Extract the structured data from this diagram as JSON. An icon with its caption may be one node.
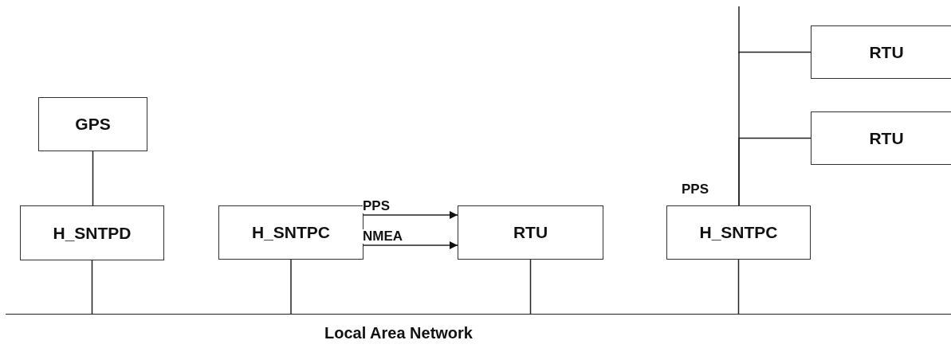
{
  "diagram": {
    "nodes": [
      {
        "text": [
          "GPS"
        ]
      },
      {
        "text": [
          "H_SNTPD"
        ]
      },
      {
        "text": [
          "H_SNTPC"
        ]
      },
      {
        "text": [
          "RTU"
        ]
      },
      {
        "text": [
          "H_SNTPC"
        ]
      },
      {
        "text": [
          "RTU"
        ]
      },
      {
        "text": [
          "RTU"
        ]
      },
      {
        "text": [
          "Local Area Network"
        ]
      }
    ],
    "edges": [
      {
        "from": 0,
        "to": 1,
        "arrow": "none"
      },
      {
        "from": 1,
        "to": 7,
        "arrow": "none"
      },
      {
        "from": 2,
        "to": 7,
        "arrow": "none"
      },
      {
        "from": 3,
        "to": 7,
        "arrow": "none"
      },
      {
        "from": 4,
        "to": 7,
        "arrow": "none"
      },
      {
        "from": 2,
        "to": 3,
        "arrow": "to",
        "label": "PPS"
      },
      {
        "from": 2,
        "to": 3,
        "arrow": "to",
        "label": "NMEA"
      },
      {
        "from": 4,
        "to": 5,
        "arrow": "none"
      },
      {
        "from": 4,
        "to": 6,
        "arrow": "none"
      }
    ],
    "labels": [
      "PPS"
    ]
  }
}
